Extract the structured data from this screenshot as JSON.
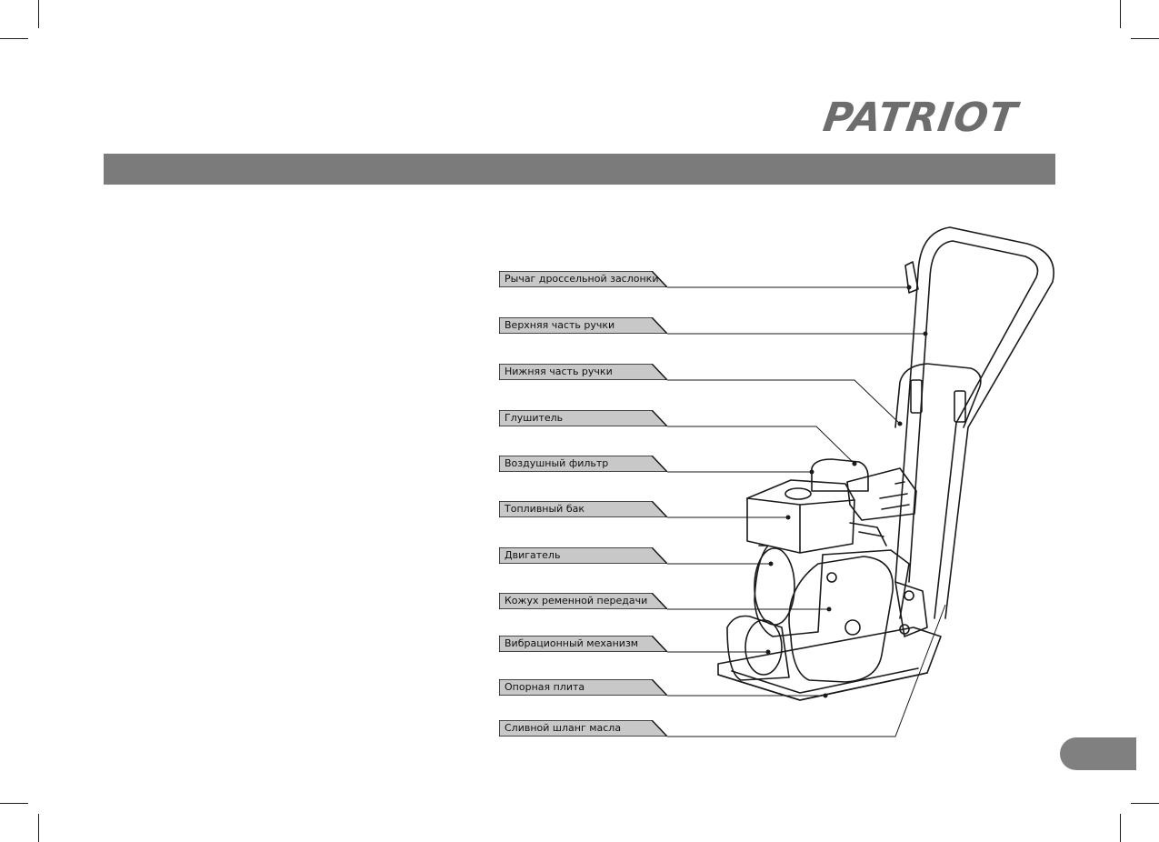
{
  "brand": {
    "logo_text": "PATRIOT"
  },
  "colors": {
    "header_bar": "#7b7b7b",
    "label_fill": "#c8c8c8",
    "logo": "#6d6d6d",
    "page_badge": "#808080"
  },
  "labels": [
    {
      "text": "Рычаг дроссельной заслонки"
    },
    {
      "text": "Верхняя часть ручки"
    },
    {
      "text": "Нижняя часть ручки"
    },
    {
      "text": "Глушитель"
    },
    {
      "text": "Воздушный фильтр"
    },
    {
      "text": "Топливный бак"
    },
    {
      "text": "Двигатель"
    },
    {
      "text": "Кожух ременной передачи"
    },
    {
      "text": "Вибрационный механизм"
    },
    {
      "text": "Опорная плита"
    },
    {
      "text": "Сливной шланг масла"
    }
  ]
}
